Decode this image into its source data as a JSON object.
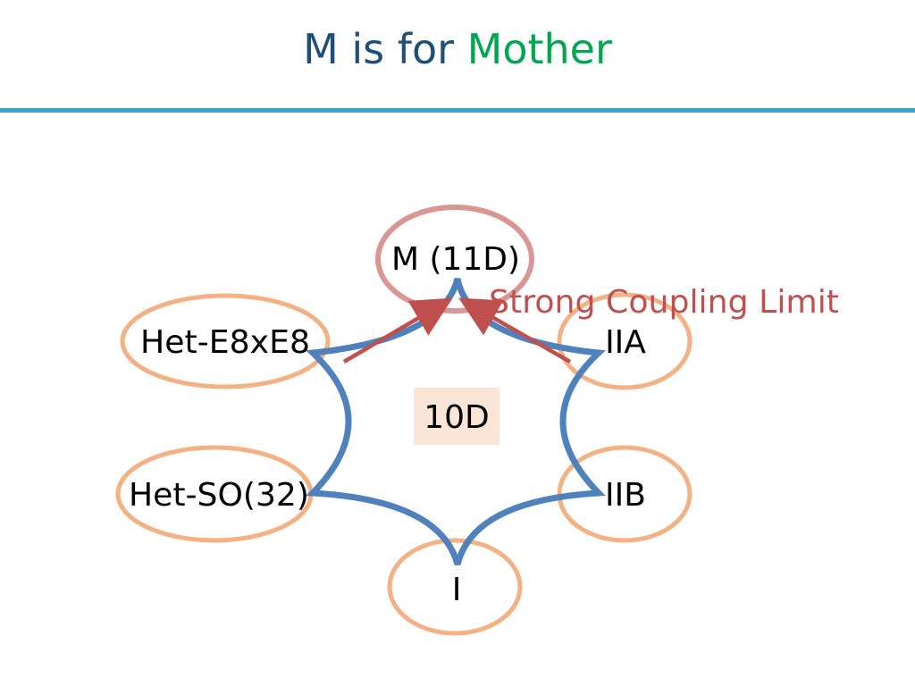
{
  "title": {
    "prefix": "M is for ",
    "accent": "Mother"
  },
  "colors": {
    "title": "#1F4E79",
    "accent": "#00A651",
    "rule": "#3BA3C3",
    "star": "#4F81BD",
    "ellipse": "#F4B183",
    "m_ellipse": "#D99694",
    "arrow": "#C0504D",
    "center_box": "#FBE5D6"
  },
  "nodes": {
    "m": "M (11D)",
    "het_e8": "Het-E8xE8",
    "iia": "IIA",
    "het_so": "Het-SO(32)",
    "iib": "IIB",
    "type_i": "I"
  },
  "center_label": "10D",
  "arrow_label": "Strong Coupling Limit"
}
